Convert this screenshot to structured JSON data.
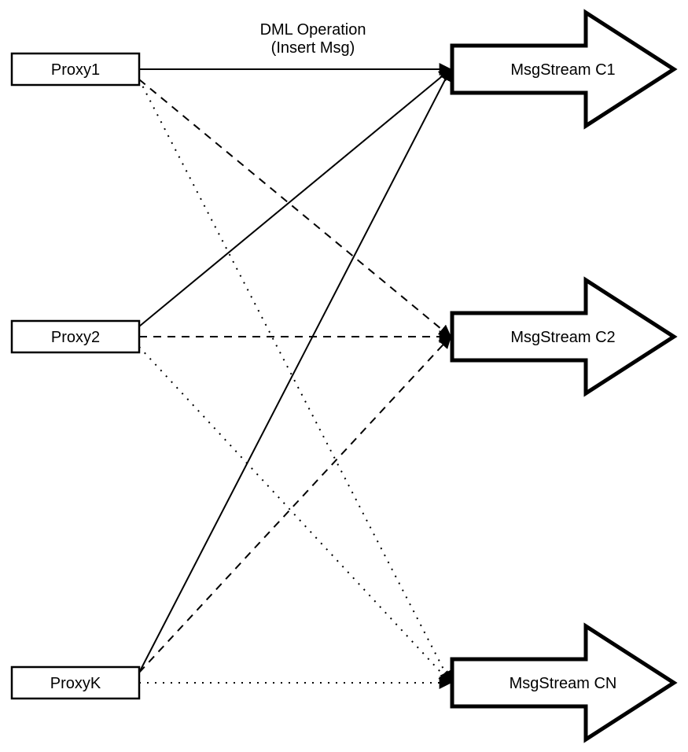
{
  "diagram": {
    "annotation": {
      "line1": "DML Operation",
      "line2": "(Insert Msg)"
    },
    "proxies": [
      {
        "id": "proxy1",
        "label": "Proxy1"
      },
      {
        "id": "proxy2",
        "label": "Proxy2"
      },
      {
        "id": "proxyk",
        "label": "ProxyK"
      }
    ],
    "streams": [
      {
        "id": "c1",
        "label": "MsgStream C1"
      },
      {
        "id": "c2",
        "label": "MsgStream C2"
      },
      {
        "id": "cn",
        "label": "MsgStream CN"
      }
    ],
    "edges": [
      {
        "from": "proxy1",
        "to": "c1",
        "style": "solid"
      },
      {
        "from": "proxy1",
        "to": "c2",
        "style": "dashed"
      },
      {
        "from": "proxy1",
        "to": "cn",
        "style": "dotted"
      },
      {
        "from": "proxy2",
        "to": "c1",
        "style": "solid"
      },
      {
        "from": "proxy2",
        "to": "c2",
        "style": "dashed"
      },
      {
        "from": "proxy2",
        "to": "cn",
        "style": "dotted"
      },
      {
        "from": "proxyk",
        "to": "c1",
        "style": "solid"
      },
      {
        "from": "proxyk",
        "to": "c2",
        "style": "dashed"
      },
      {
        "from": "proxyk",
        "to": "cn",
        "style": "dotted"
      }
    ],
    "colors": {
      "stroke": "#000000",
      "fill": "#ffffff",
      "background": "#ffffff"
    }
  }
}
